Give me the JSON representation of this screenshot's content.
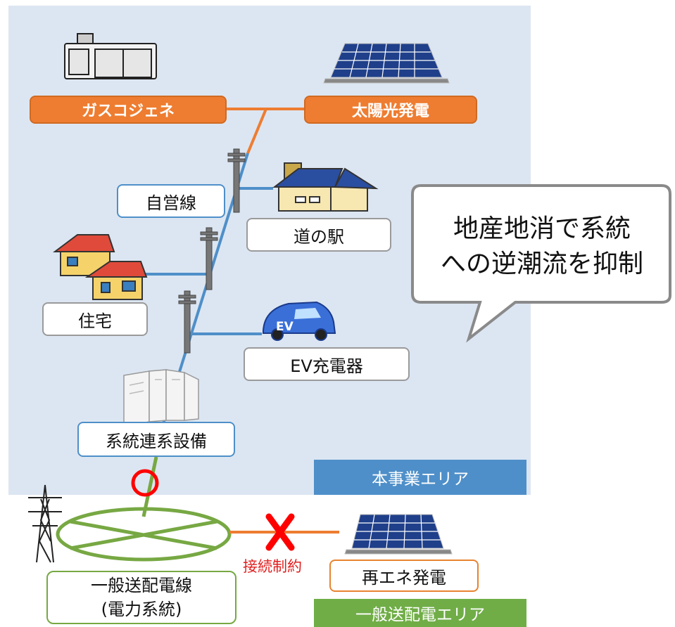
{
  "labels": {
    "gas_cogeneration": "ガスコジェネ",
    "solar_power": "太陽光発電",
    "private_line": "自営線",
    "roadside_station": "道の駅",
    "houses": "住宅",
    "ev_charger": "EV充電器",
    "grid_interconnection": "系統連系設備",
    "project_area": "本事業エリア",
    "distribution_line": "一般送配電線\n(電力系統)",
    "renewable_generation": "再エネ発電",
    "connection_constraint": "接続制約",
    "general_area": "一般送配電エリア"
  },
  "callout": "地産地消で系統\nへの逆潮流を抑制",
  "ev_badge": "EV",
  "markers": {
    "ok": "circle",
    "ng": "cross"
  },
  "colors": {
    "project_area_bg": "#dce6f2",
    "private_line": "#4e8fc9",
    "generator_line": "#ee7d31",
    "grid_line": "#77a843",
    "project_label_bg": "#4e8fc9",
    "general_label_bg": "#70ad47",
    "ok_marker": "#ff0000",
    "ng_marker": "#ff0000"
  }
}
